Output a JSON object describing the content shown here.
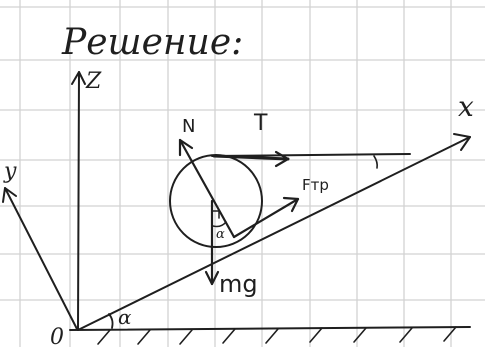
{
  "heading": "Решение:",
  "labels": {
    "z_axis": "Z",
    "y_axis": "y",
    "x_axis": "x",
    "origin": "0",
    "normal_force": "N",
    "tension": "T",
    "friction": "Fтр",
    "gravity": "mg",
    "incline_angle": "α",
    "inner_angle": "α"
  },
  "icons": {
    "ground_hatch": "hatched-ground",
    "right_angle": "right-angle-mark"
  }
}
